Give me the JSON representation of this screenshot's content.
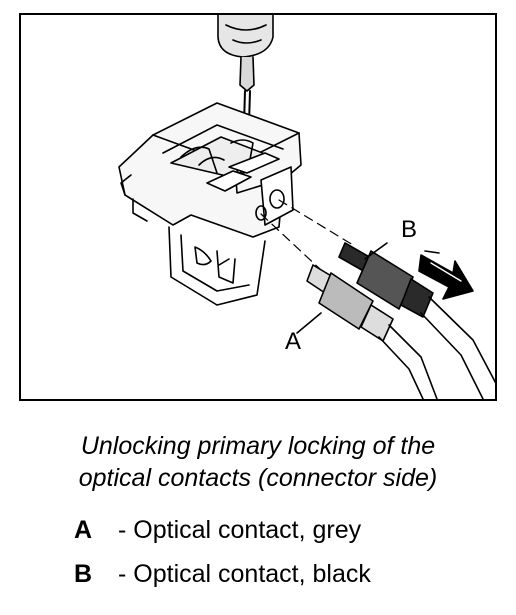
{
  "figure": {
    "callouts": [
      {
        "label": "B"
      },
      {
        "label": "A"
      }
    ]
  },
  "caption": {
    "line1": "Unlocking primary locking of the",
    "line2": "optical contacts (connector side)"
  },
  "legend": [
    {
      "key": "A",
      "desc": "- Optical contact, grey"
    },
    {
      "key": "B",
      "desc": "- Optical contact, black"
    }
  ]
}
